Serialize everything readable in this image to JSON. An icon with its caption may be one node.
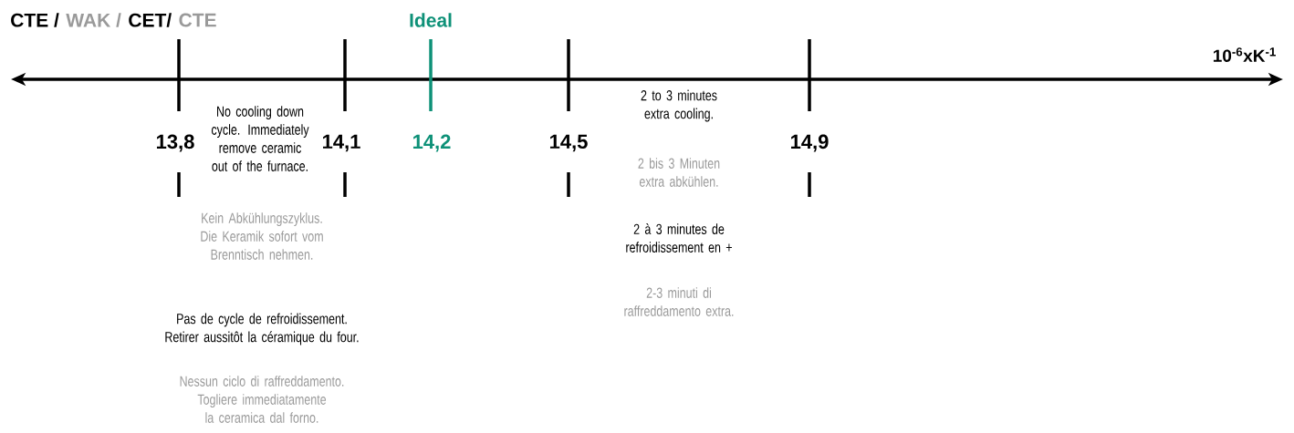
{
  "diagram": {
    "labels": [
      "CTE /",
      "WAK /",
      "CET/",
      "CTE",
      "Ideal",
      "10$^{-6}$xK$^{-1}$",
      "No cooling down cycle. Immediately remove ceramic out of the furnace.",
      "2 to 3 minutes extra cooling.",
      "13,8",
      "14,1",
      "14,2",
      "14,5",
      "14,9",
      "2 bis 3 Minuten extra abkühlen.",
      "Kein Abkühlungszyklus. Die Keramik sofort vom Brenntisch nehmen.",
      "2 à 3 minutes de refroidissement en +",
      "Pas de cycle de refroidissement. Retirer aussitôt la céramique du four.",
      "2-3 minuti di raffreddamento extra.",
      "Nessun ciclo di raffreddamento. Togliere immediatamente la ceramica dal forno."
    ]
  }
}
